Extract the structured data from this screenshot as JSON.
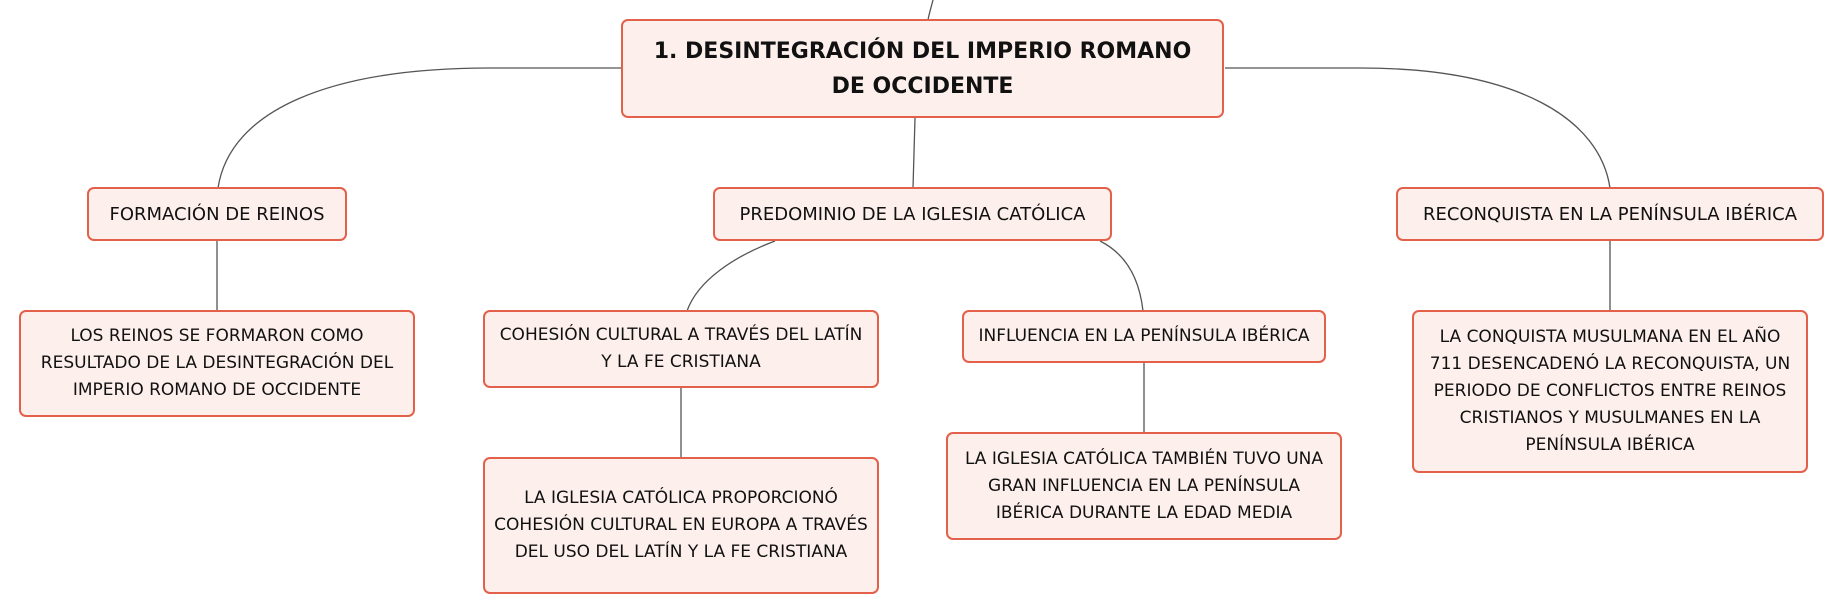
{
  "colors": {
    "node_fill": "#fdf0ec",
    "node_border": "#e3604a",
    "connector": "#555555",
    "text": "#111111"
  },
  "root": {
    "title": "1. DESINTEGRACIÓN DEL IMPERIO ROMANO DE OCCIDENTE"
  },
  "branches": [
    {
      "title": "FORMACIÓN DE REINOS",
      "details": [
        "LOS REINOS SE FORMARON COMO RESULTADO DE LA DESINTEGRACIÓN DEL IMPERIO ROMANO DE OCCIDENTE"
      ]
    },
    {
      "title": "PREDOMINIO DE LA IGLESIA CATÓLICA",
      "subtopics": [
        {
          "title": "COHESIÓN CULTURAL A TRAVÉS DEL LATÍN Y LA FE CRISTIANA",
          "detail": "LA IGLESIA CATÓLICA PROPORCIONÓ COHESIÓN CULTURAL EN EUROPA A TRAVÉS DEL USO DEL LATÍN Y LA FE CRISTIANA"
        },
        {
          "title": "INFLUENCIA EN LA PENÍNSULA IBÉRICA",
          "detail": "LA IGLESIA CATÓLICA TAMBIÉN TUVO UNA GRAN INFLUENCIA EN LA PENÍNSULA IBÉRICA DURANTE LA EDAD MEDIA"
        }
      ]
    },
    {
      "title": "RECONQUISTA EN LA PENÍNSULA IBÉRICA",
      "details": [
        "LA CONQUISTA MUSULMANA EN EL AÑO 711 DESENCADENÓ LA RECONQUISTA, UN PERIODO DE CONFLICTOS ENTRE REINOS CRISTIANOS Y MUSULMANES EN LA PENÍNSULA IBÉRICA"
      ]
    }
  ]
}
